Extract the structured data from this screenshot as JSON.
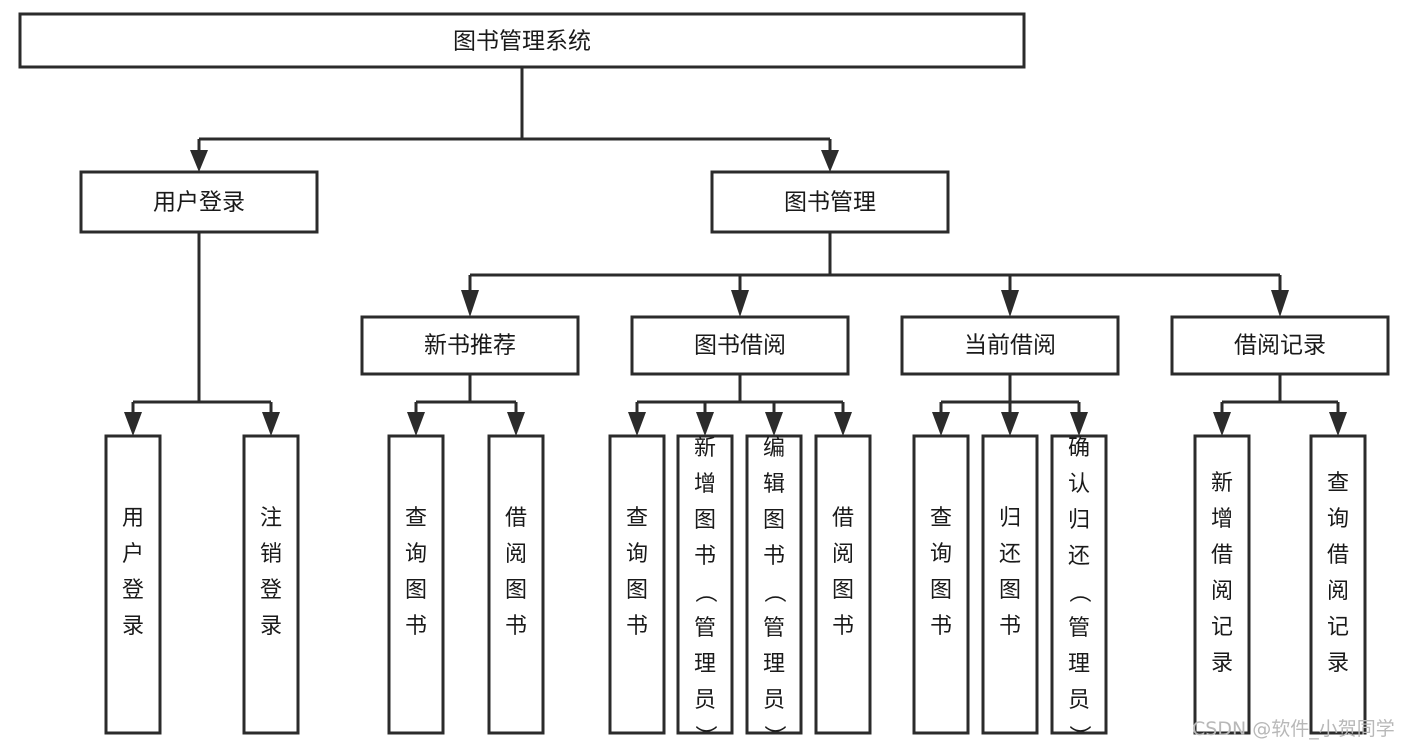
{
  "diagram": {
    "type": "tree-hierarchy",
    "title": "图书管理系统",
    "orientation": "top-down",
    "colors": {
      "box_fill": "#ffffff",
      "box_stroke": "#2b2b2b",
      "text": "#1a1a1a",
      "background": "#ffffff",
      "watermark": "#b8b8b8"
    },
    "root": {
      "label": "图书管理系统",
      "level": 1
    },
    "level2": [
      {
        "label": "用户登录"
      },
      {
        "label": "图书管理"
      }
    ],
    "level3": [
      {
        "label": "新书推荐"
      },
      {
        "label": "图书借阅"
      },
      {
        "label": "当前借阅"
      },
      {
        "label": "借阅记录"
      }
    ],
    "leaves": {
      "user_login": [
        "用户登录",
        "注销登录"
      ],
      "new_book_recommend": [
        "查询图书",
        "借阅图书"
      ],
      "book_borrow": [
        "查询图书",
        "新增图书（管理员）",
        "编辑图书（管理员）",
        "借阅图书"
      ],
      "current_borrow": [
        "查询图书",
        "归还图书",
        "确认归还（管理员）"
      ],
      "borrow_record": [
        "新增借阅记录",
        "查询借阅记录"
      ]
    },
    "watermark": "CSDN @软件_小贺同学"
  }
}
